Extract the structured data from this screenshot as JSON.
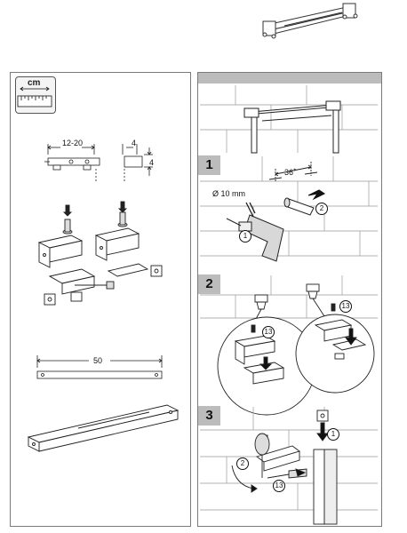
{
  "unit_badge": {
    "label": "cm"
  },
  "dimensions": {
    "bracket_range": "12-20",
    "depth_top": "4",
    "depth_side": "4",
    "rail_length": "50",
    "spacing": "36",
    "spacing_superscript": "+",
    "drill_diameter": "Ø 10 mm"
  },
  "steps": [
    {
      "number": "1",
      "callouts": [
        "1",
        "2"
      ]
    },
    {
      "number": "2",
      "callouts": [
        "13",
        "13"
      ]
    },
    {
      "number": "3",
      "callouts": [
        "1",
        "2",
        "13"
      ]
    }
  ],
  "colors": {
    "header_bar": "#bcbcbc",
    "border": "#7a7a7a"
  }
}
